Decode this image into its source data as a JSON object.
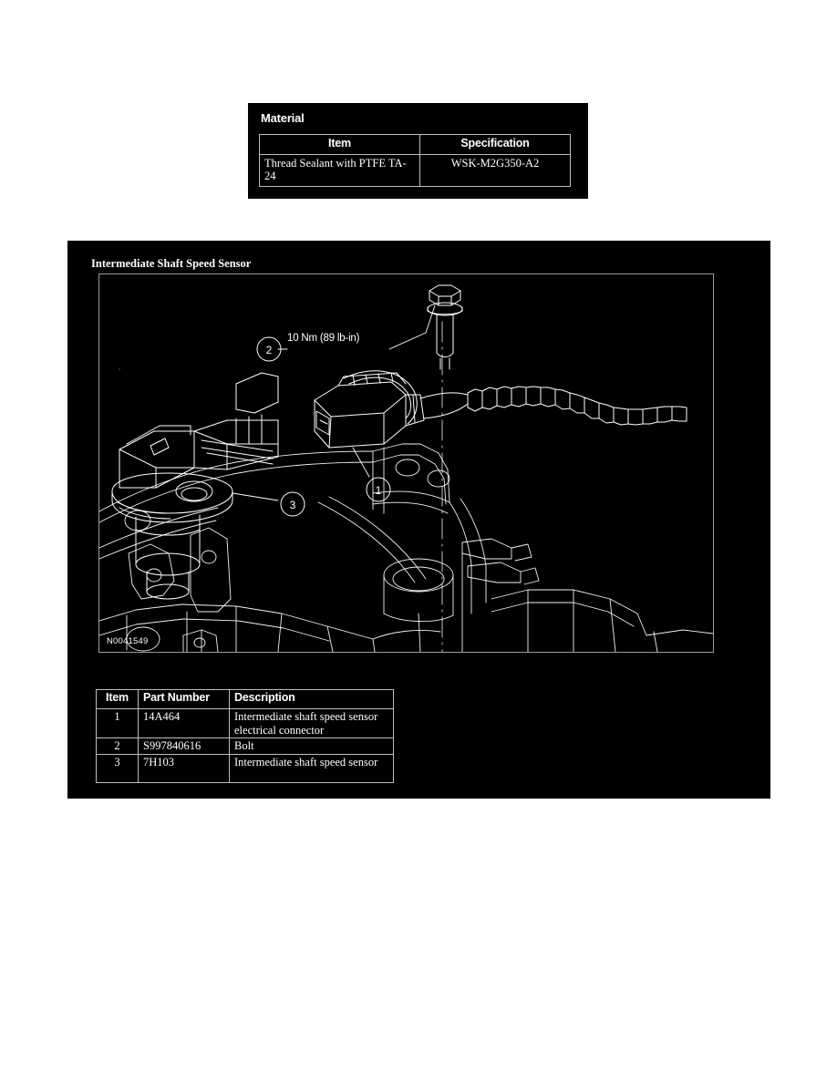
{
  "material": {
    "heading": "Material",
    "columns": [
      "Item",
      "Specification"
    ],
    "rows": [
      {
        "item": "Thread Sealant with PTFE TA-24",
        "specification": "WSK-M2G350-A2"
      }
    ]
  },
  "figure": {
    "title": "Intermediate Shaft Speed Sensor",
    "image_id": "N0041549",
    "torque_callout": {
      "number": "2",
      "label": "10 Nm (89 lb-in)"
    },
    "callouts": [
      {
        "number": "1"
      },
      {
        "number": "2"
      },
      {
        "number": "3"
      }
    ]
  },
  "parts": {
    "columns": [
      "Item",
      "Part Number",
      "Description"
    ],
    "rows": [
      {
        "item": "1",
        "part_number": "14A464",
        "description": "Intermediate shaft speed sensor electrical connector"
      },
      {
        "item": "2",
        "part_number": "S997840616",
        "description": "Bolt"
      },
      {
        "item": "3",
        "part_number": "7H103",
        "description": "Intermediate shaft speed sensor"
      }
    ]
  },
  "colors": {
    "panel_background": "#000000",
    "page_background": "#ffffff",
    "line_art": "#ffffff",
    "table_border": "#bdbdbd"
  }
}
